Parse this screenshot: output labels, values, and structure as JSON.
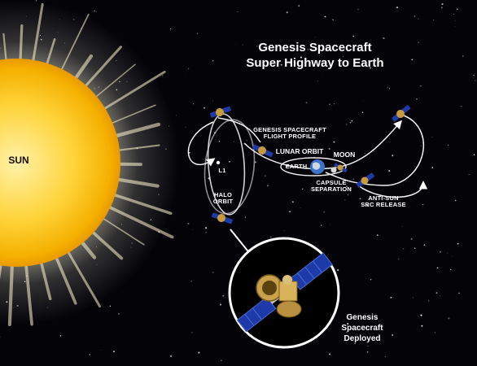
{
  "diagram": {
    "title_line1": "Genesis Spacecraft",
    "title_line2": "Super Highway to Earth",
    "sun_label": "SUN",
    "flight_profile_line1": "GENESIS SPACECRAFT",
    "flight_profile_line2": "FLIGHT PROFILE",
    "lunar_orbit": "LUNAR ORBIT",
    "moon": "MOON",
    "earth": "EARTH",
    "l1": "L1",
    "halo_line1": "HALO",
    "halo_line2": "ORBIT",
    "capsule_line1": "CAPSULE",
    "capsule_line2": "SEPARATION",
    "antisun_line1": "ANTI-SUN",
    "antisun_line2": "SRC RELEASE",
    "deployed_line1": "Genesis",
    "deployed_line2": "Spacecraft",
    "deployed_line3": "Deployed"
  },
  "colors": {
    "sun_core": "#ffd43a",
    "sun_edge": "#f0a800",
    "space": "#030308",
    "label": "#ffffff",
    "panel": "#1d3aa8"
  }
}
